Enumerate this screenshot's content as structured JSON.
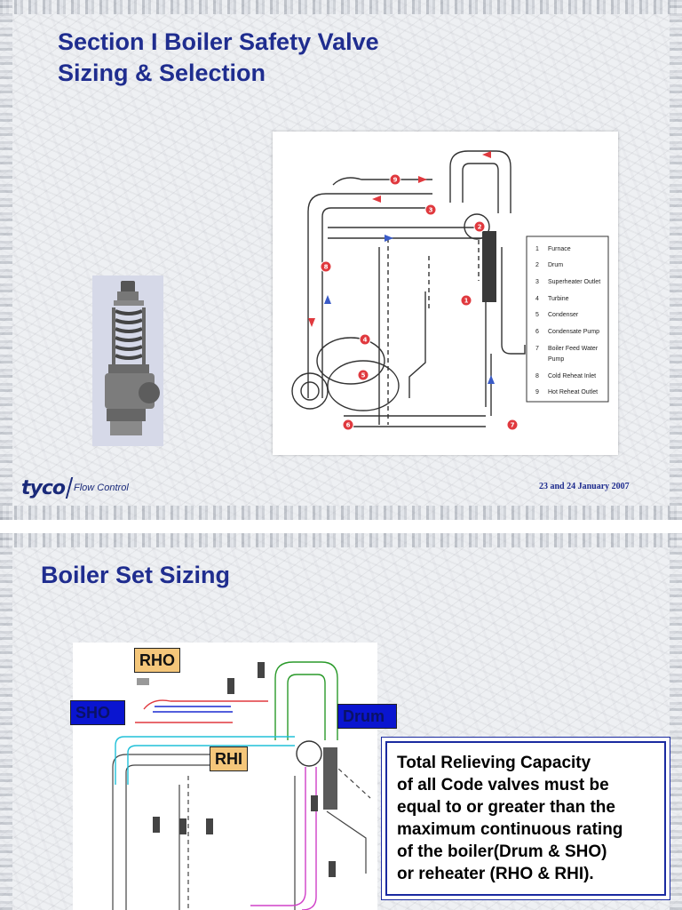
{
  "slide1": {
    "title_line1": "Section I Boiler Safety Valve",
    "title_line2": "Sizing & Selection",
    "legend": [
      {
        "num": "1",
        "label": "Furnace"
      },
      {
        "num": "2",
        "label": "Drum"
      },
      {
        "num": "3",
        "label": "Superheater Outlet"
      },
      {
        "num": "4",
        "label": "Turbine"
      },
      {
        "num": "5",
        "label": "Condenser"
      },
      {
        "num": "6",
        "label": "Condensate Pump"
      },
      {
        "num": "7",
        "label": "Boiler Feed Water"
      },
      {
        "num": "",
        "label": "Pump"
      },
      {
        "num": "8",
        "label": "Cold Reheat Inlet"
      },
      {
        "num": "9",
        "label": "Hot Reheat Outlet"
      }
    ],
    "logo_text": "tyco",
    "logo_subtext": "Flow Control",
    "date": "23 and 24 January 2007"
  },
  "slide2": {
    "title": "Boiler Set Sizing",
    "tags": {
      "rho": "RHO",
      "sho": "SHO",
      "rhi": "RHI",
      "drum": "Drum"
    },
    "info_lines": [
      "Total Relieving Capacity",
      "of all Code valves must be",
      "equal to or greater than the",
      "maximum continuous rating",
      "of the boiler(Drum & SHO)",
      "or reheater (RHO & RHI)."
    ]
  },
  "colors": {
    "title": "#1f2d8f",
    "marker_red": "#e0393e",
    "arrow_blue": "#3a5bc7",
    "tag_orange": "#f4c67a",
    "tag_blue": "#0a15d0"
  }
}
